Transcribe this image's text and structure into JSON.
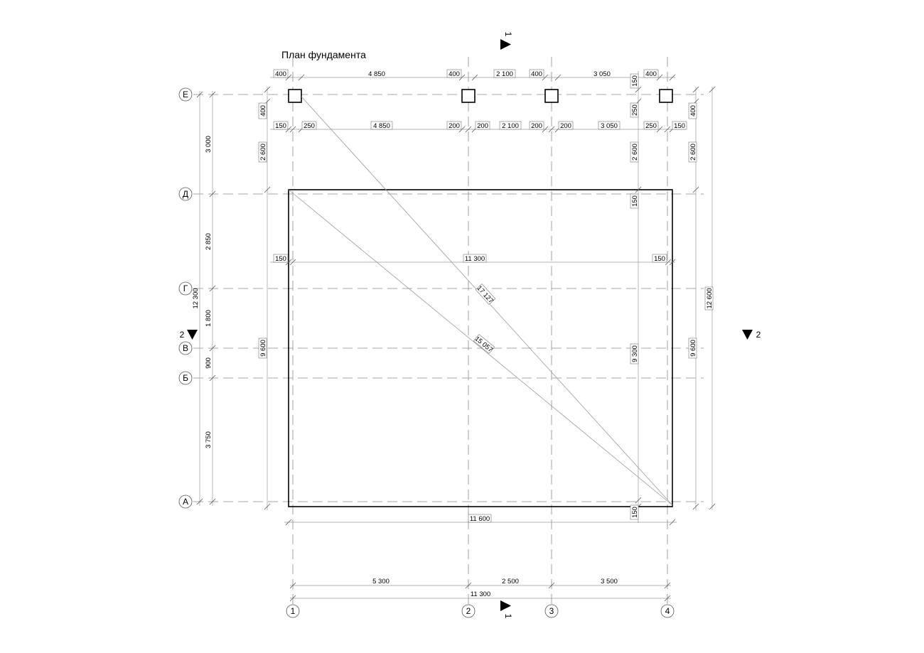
{
  "title": "План фундамента",
  "axes": {
    "letters": [
      "Е",
      "Д",
      "Г",
      "В",
      "Б",
      "А"
    ],
    "numbers": [
      "1",
      "2",
      "3",
      "4"
    ]
  },
  "section_marks": {
    "section1_top": "1",
    "section1_bottom": "1",
    "section2_left": "2",
    "section2_right": "2"
  },
  "dimensions": {
    "top_row1": [
      "400",
      "4 850",
      "400",
      "2 100",
      "400",
      "3 050",
      "400"
    ],
    "top_row2": [
      "150",
      "250",
      "4 850",
      "200",
      "200",
      "2 100",
      "200",
      "200",
      "3 050",
      "250",
      "150"
    ],
    "inner_width": "11 300",
    "inner_left": "150",
    "inner_right": "150",
    "bottom_overall": "11 600",
    "bottom_spans": [
      "5 300",
      "2 500",
      "3 500"
    ],
    "bottom_total": "11 300",
    "left_chain": [
      "3 000",
      "2 850",
      "1 800",
      "900",
      "3 750"
    ],
    "left_total": "12 300",
    "left_inner_top": "400",
    "left_inner_mid": "2 600",
    "left_inner_main": "9 600",
    "right_inner_top": "150",
    "right_inner_250": "250",
    "right_inner_2600": "2 600",
    "right_inner_150b": "150",
    "right_inner_9300": "9 300",
    "right_inner_150c": "150",
    "right_outer_top": "400",
    "right_outer_2600": "2 600",
    "right_outer_9600": "9 600",
    "right_total": "12 600",
    "diagonal_long": "17 127",
    "diagonal_short": "15 057"
  }
}
